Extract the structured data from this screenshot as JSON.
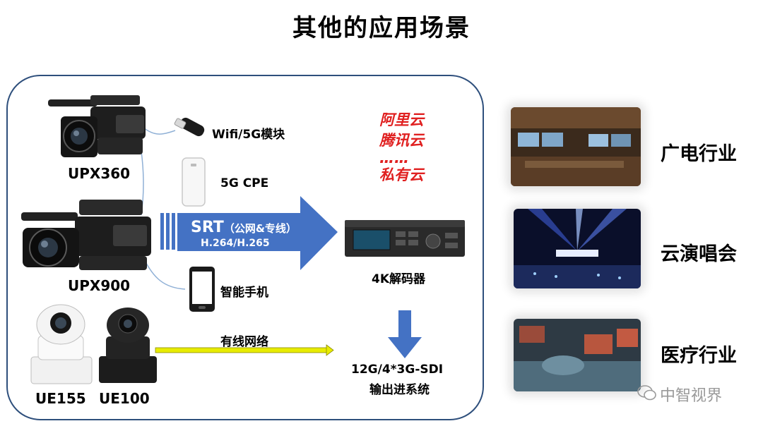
{
  "title": "其他的应用场景",
  "devices": {
    "upx360": "UPX360",
    "upx900": "UPX900",
    "ue155": "UE155",
    "ue100": "UE100"
  },
  "links": {
    "wifi": "Wifi/5G模块",
    "cpe": "5G CPE",
    "phone": "智能手机",
    "wired": "有线网络"
  },
  "srt_arrow": {
    "main": "SRT",
    "paren": "（公网&专线）",
    "codecs": "H.264/H.265"
  },
  "clouds": [
    "阿里云",
    "腾讯云",
    "……",
    "私有云"
  ],
  "decoder_label": "4K解码器",
  "output": {
    "line1": "12G/4*3G-SDI",
    "line2": "输出进系统"
  },
  "scenes": [
    "广电行业",
    "云演唱会",
    "医疗行业"
  ],
  "watermark": "中智视界",
  "colors": {
    "panel_border": "#2e4f7c",
    "arrow_blue": "#4472c4",
    "cloud_red": "#e02020",
    "wired_arrow": "#e8ec00"
  }
}
